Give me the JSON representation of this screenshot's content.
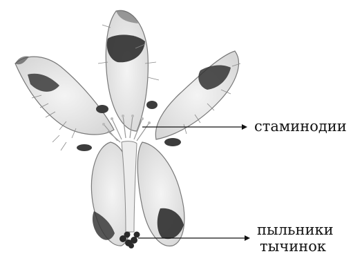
{
  "labels": {
    "staminodia": "стаминодии",
    "anthers_line1": "пыльники",
    "anthers_line2": "тычинок"
  }
}
